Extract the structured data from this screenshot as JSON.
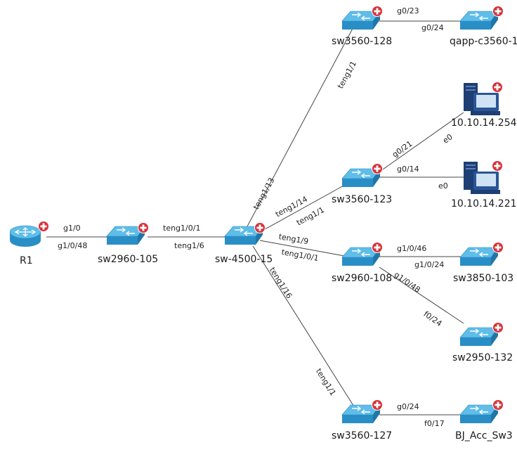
{
  "nodes": {
    "r1": {
      "label": "R1",
      "type": "router",
      "interactable": true
    },
    "sw2960_105": {
      "label": "sw2960-105",
      "type": "switch"
    },
    "sw4500_15": {
      "label": "sw-4500-15",
      "type": "switch"
    },
    "sw3560_128": {
      "label": "sw3560-128",
      "type": "switch"
    },
    "qapp": {
      "label": "qapp-c3560-1",
      "type": "switch"
    },
    "host254": {
      "label": "10.10.14.254",
      "type": "server"
    },
    "sw3560_123": {
      "label": "sw3560-123",
      "type": "switch"
    },
    "host221": {
      "label": "10.10.14.221",
      "type": "server"
    },
    "sw2960_108": {
      "label": "sw2960-108",
      "type": "switch"
    },
    "sw3850_103": {
      "label": "sw3850-103",
      "type": "switch"
    },
    "sw2950_132": {
      "label": "sw2950-132",
      "type": "switch"
    },
    "sw3560_127": {
      "label": "sw3560-127",
      "type": "switch"
    },
    "bj": {
      "label": "BJ_Acc_Sw3",
      "type": "switch"
    }
  },
  "ports": {
    "r1_a": "g1/0",
    "r1_b": "g1/0/48",
    "e105_a": "teng1/0/1",
    "e105_b": "teng1/6",
    "e128_a": "teng1/13",
    "e128_b": "teng1/1",
    "e128q_a": "g0/23",
    "e128q_b": "g0/24",
    "e123_a": "teng1/14",
    "e123_b": "teng1/1",
    "e123h_a": "g0/21",
    "e123h_b": "e0",
    "e123h2_a": "g0/14",
    "e123h2_b": "e0",
    "e108_a": "teng1/9",
    "e108_b": "teng1/0/1",
    "e108s_a": "g1/0/46",
    "e108s_b": "g1/0/24",
    "e108t_a": "g1/0/48",
    "e108t_b": "f0/24",
    "e127_a": "teng1/16",
    "e127_b": "teng1/1",
    "e127b_a": "g0/24",
    "e127b_b": "f0/17"
  },
  "colors": {
    "switch_top": "#5fbde8",
    "switch_side": "#2a8ec6",
    "switch_arrow": "#ffffff",
    "badge": "#d9313a",
    "server_body": "#1d3f73",
    "link": "#444444"
  },
  "icons": {
    "switch": "switch-icon",
    "router": "router-icon",
    "server": "server-icon",
    "badge": "plus-badge-icon"
  }
}
